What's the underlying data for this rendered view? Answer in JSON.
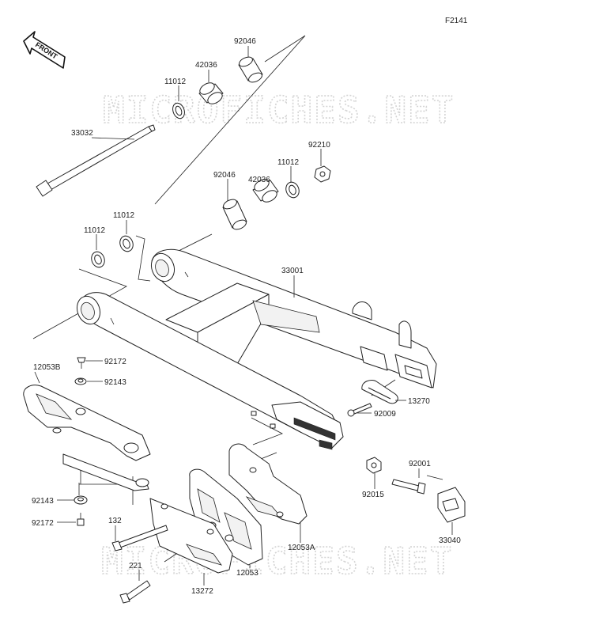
{
  "figure_code": "F2141",
  "orientation_label": "FRONT",
  "watermark": "MICROFICHES.NET",
  "part_labels": {
    "p92046_top": "92046",
    "p42036_top": "42036",
    "p11012_top": "11012",
    "p33032": "33032",
    "p92210": "92210",
    "p11012_mid": "11012",
    "p42036_mid": "42036",
    "p92046_mid": "92046",
    "p11012_left_a": "11012",
    "p11012_left_b": "11012",
    "p33001": "33001",
    "p12053B": "12053B",
    "p92172_top": "92172",
    "p92143_top": "92143",
    "p13270": "13270",
    "p92009": "92009",
    "p92001": "92001",
    "p92015": "92015",
    "p92143_bot": "92143",
    "p92172_bot": "92172",
    "p132": "132",
    "p33040": "33040",
    "p12053A": "12053A",
    "p12053": "12053",
    "p221": "221",
    "p13272": "13272"
  },
  "icons": {
    "front_arrow": "front-arrow-icon"
  }
}
